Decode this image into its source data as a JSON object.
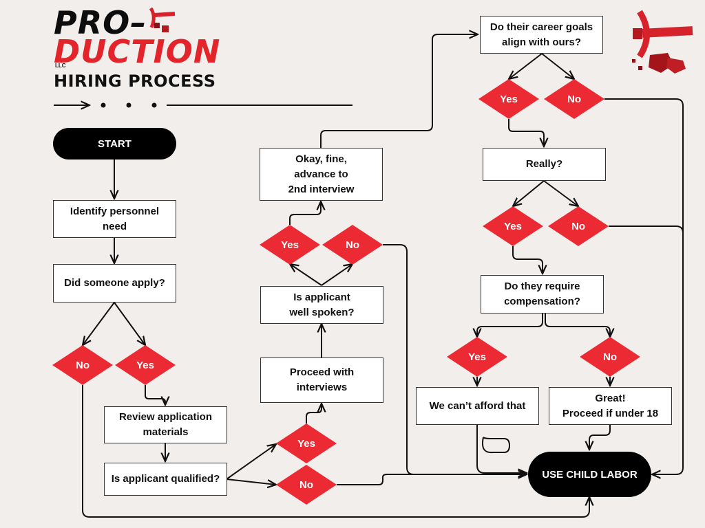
{
  "brand": {
    "line1": "PRO–",
    "line2": "DUCTION",
    "suffix": "LLC"
  },
  "heading": "HIRING PROCESS",
  "colors": {
    "accent": "#ec2a34",
    "background": "#f2eeec",
    "terminal": "#000000"
  },
  "icons": [
    "pickaxe-icon",
    "ore-rocks-icon"
  ],
  "nodes": {
    "start": "START",
    "identify_need": "Identify personnel\nneed",
    "did_apply": "Did someone apply?",
    "apply_no": "No",
    "apply_yes": "Yes",
    "review_materials": "Review application\nmaterials",
    "qualified": "Is applicant qualified?",
    "qualified_yes": "Yes",
    "qualified_no": "No",
    "proceed_interviews": "Proceed with\ninterviews",
    "well_spoken": "Is applicant\nwell spoken?",
    "spoken_yes": "Yes",
    "spoken_no": "No",
    "second_interview": "Okay, fine,\nadvance to\n2nd interview",
    "career_goals": "Do their career goals\nalign with ours?",
    "goals_yes": "Yes",
    "goals_no": "No",
    "really": "Really?",
    "really_yes": "Yes",
    "really_no": "No",
    "compensation": "Do they require\ncompensation?",
    "comp_yes": "Yes",
    "comp_no": "No",
    "cant_afford": "We can’t afford that",
    "great": "Great!\nProceed if under 18",
    "end": "USE CHILD LABOR"
  }
}
